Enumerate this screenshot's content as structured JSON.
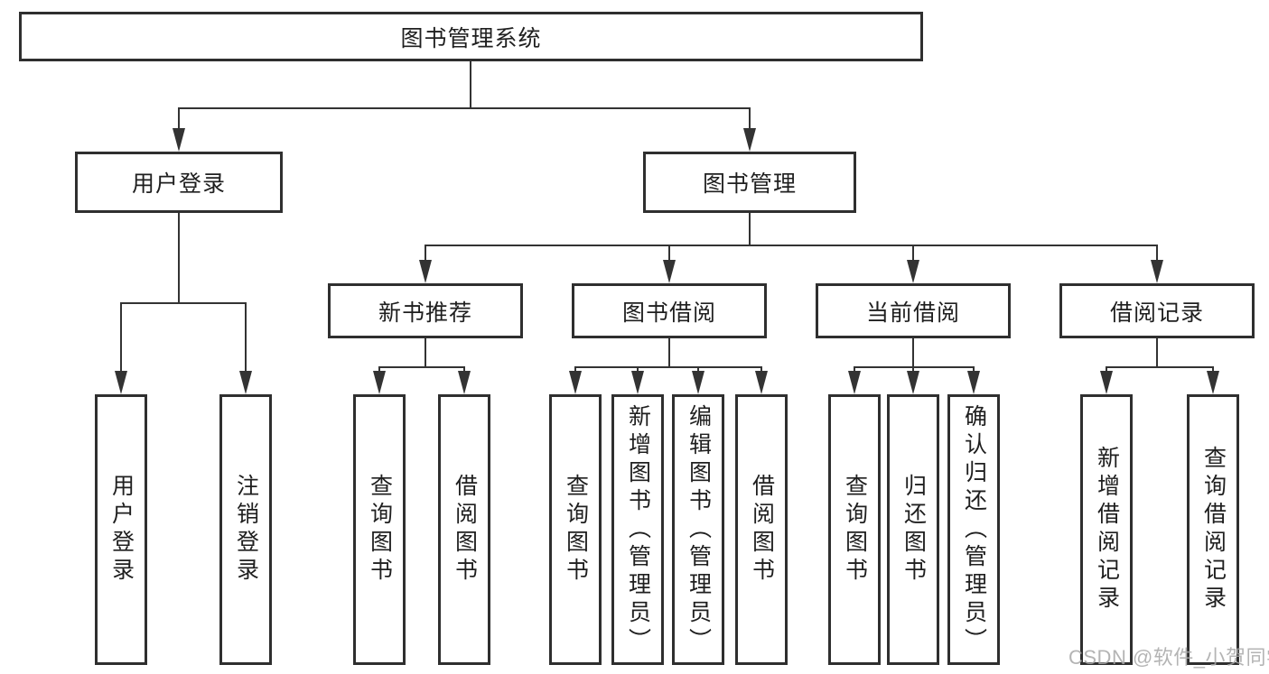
{
  "tree": {
    "root": {
      "label": "图书管理系统"
    },
    "branches": [
      {
        "label": "用户登录",
        "children": [
          {
            "label": "用户登录"
          },
          {
            "label": "注销登录"
          }
        ]
      },
      {
        "label": "图书管理",
        "sections": [
          {
            "label": "新书推荐",
            "children": [
              {
                "label": "查询图书"
              },
              {
                "label": "借阅图书"
              }
            ]
          },
          {
            "label": "图书借阅",
            "children": [
              {
                "label": "查询图书"
              },
              {
                "label": "新增图书（管理员）"
              },
              {
                "label": "编辑图书（管理员）"
              },
              {
                "label": "借阅图书"
              }
            ]
          },
          {
            "label": "当前借阅",
            "children": [
              {
                "label": "查询图书"
              },
              {
                "label": "归还图书"
              },
              {
                "label": "确认归还（管理员）"
              }
            ]
          },
          {
            "label": "借阅记录",
            "children": [
              {
                "label": "新增借阅记录"
              },
              {
                "label": "查询借阅记录"
              }
            ]
          }
        ]
      }
    ]
  },
  "watermark": {
    "text": "CSDN @软件_小贺同学"
  },
  "colors": {
    "line": "#333333",
    "box_border": "#2f2f2f",
    "box_fill": "#ffffff",
    "text": "#1f1f1f",
    "watermark": "#a8a8a8"
  }
}
